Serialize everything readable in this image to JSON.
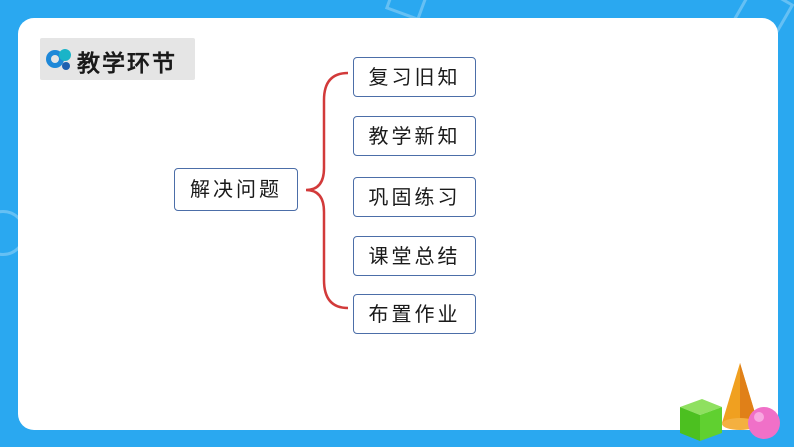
{
  "header": {
    "title": "教学环节"
  },
  "diagram": {
    "root": "解决问题",
    "items": [
      "复习旧知",
      "教学新知",
      "巩固练习",
      "课堂总结",
      "布置作业"
    ]
  },
  "colors": {
    "background": "#2aa8f0",
    "box_border": "#4c6ea8",
    "brace": "#d23a3a"
  }
}
